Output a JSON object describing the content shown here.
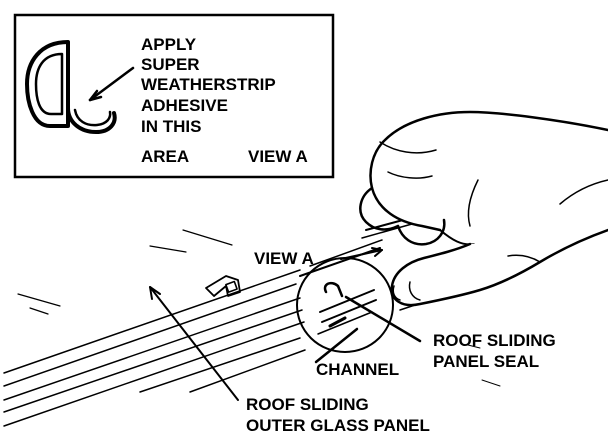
{
  "inset": {
    "lines": [
      "APPLY",
      "SUPER",
      "WEATHERSTRIP",
      "ADHESIVE",
      "IN THIS",
      "AREA"
    ],
    "view_label": "VIEW A"
  },
  "callouts": {
    "view_a": "VIEW A",
    "channel": "CHANNEL",
    "seal": [
      "ROOF SLIDING",
      "PANEL SEAL"
    ],
    "glass": [
      "ROOF SLIDING",
      "OUTER GLASS PANEL"
    ]
  }
}
